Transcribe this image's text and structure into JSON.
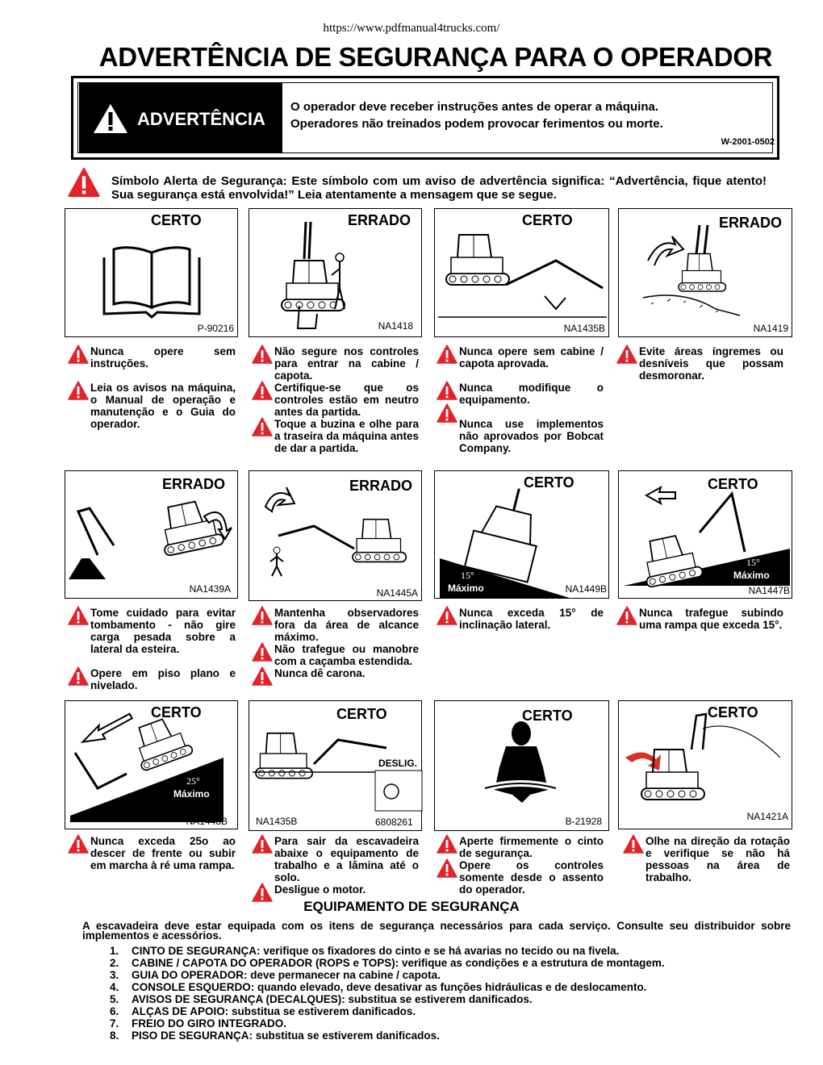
{
  "url": "https://www.pdfmanual4trucks.com/",
  "title": "ADVERTÊNCIA DE SEGURANÇA PARA O OPERADOR",
  "warning": {
    "label": "ADVERTÊNCIA",
    "line1": "O operador deve receber instruções antes de operar a máquina.",
    "line2": "Operadores não treinados podem provocar ferimentos ou morte.",
    "code": "W-2001-0502"
  },
  "alert_text": "Símbolo Alerta de Segurança: Este símbolo com um aviso de advertência significa: “Advertência, fique atento! Sua segurança está envolvida!” Leia atentamente a mensagem que se segue.",
  "panels": [
    {
      "label": "CERTO",
      "code": "P-90216"
    },
    {
      "label": "ERRADO",
      "code": "NA1418"
    },
    {
      "label": "CERTO",
      "code": "NA1435B"
    },
    {
      "label": "ERRADO",
      "code": "NA1419"
    },
    {
      "label": "ERRADO",
      "code": "NA1439A"
    },
    {
      "label": "ERRADO",
      "code": "NA1445A"
    },
    {
      "label": "CERTO",
      "code": "NA1449B",
      "angle": "15°",
      "angle_label": "Máximo"
    },
    {
      "label": "CERTO",
      "code": "NA1447B",
      "angle": "15°",
      "angle_label": "Máximo"
    },
    {
      "label": "CERTO",
      "code": "NA1448B",
      "angle": "25°",
      "angle_label": "Máximo"
    },
    {
      "label": "CERTO",
      "code": "NA1435B",
      "decal_label": "DESLIG.",
      "decal_code": "6808261"
    },
    {
      "label": "CERTO",
      "code": "B-21928"
    },
    {
      "label": "CERTO",
      "code": "NA1421A"
    }
  ],
  "bullets": {
    "p1": [
      "Nunca opere sem instruções.",
      "Leia os avisos na máquina, o Manual de operação e manutenção e o Guia do operador."
    ],
    "p2": [
      "Não segure nos controles para entrar na cabine / capota.",
      "Certifique-se que os controles estão em neutro antes da partida.",
      "Toque a buzina e olhe para a traseira da máquina antes de dar a partida."
    ],
    "p3": [
      "Nunca opere sem cabine / capota aprovada.",
      "Nunca modifique o equipamento.",
      "Nunca use implementos não aprovados por Bobcat Company."
    ],
    "p4": [
      "Evite áreas íngremes ou desníveis que possam desmoronar."
    ],
    "p5": [
      "Tome cuidado para evitar tombamento - não gire carga pesada sobre a lateral da esteira.",
      "Opere em piso plano e nivelado."
    ],
    "p6": [
      "Mantenha observadores fora da área de alcance máximo.",
      "Não trafegue ou manobre com a caçamba estendida.",
      "Nunca dê carona."
    ],
    "p7": [
      "Nunca exceda 15° de inclinação lateral."
    ],
    "p8": [
      "Nunca trafegue subindo uma rampa que exceda 15°."
    ],
    "p9": [
      "Nunca exceda 25o ao descer de frente ou subir em marcha à ré uma rampa."
    ],
    "p10": [
      "Para sair da escavadeira abaixe o equipamento de trabalho e a lâmina até o solo.",
      "Desligue o motor."
    ],
    "p11": [
      "Aperte firmemente o cinto de segurança.",
      "Opere os controles somente desde o assento do operador."
    ],
    "p12": [
      "Olhe na direção da rotação e verifique se não há pessoas na área de trabalho."
    ]
  },
  "equipment": {
    "title": "EQUIPAMENTO DE SEGURANÇA",
    "intro": "A escavadeira deve estar equipada com os itens de segurança necessários para cada serviço. Consulte seu distribuidor sobre implementos e acessórios.",
    "items": [
      {
        "n": "1.",
        "text": "CINTO DE SEGURANÇA: verifique os fixadores do cinto e se há avarias no tecido ou na fivela."
      },
      {
        "n": "2.",
        "text": "CABINE / CAPOTA DO OPERADOR (ROPS e TOPS): verifique as condições e a estrutura de montagem."
      },
      {
        "n": "3.",
        "text": "GUIA DO OPERADOR: deve permanecer na cabine / capota."
      },
      {
        "n": "4.",
        "text": "CONSOLE ESQUERDO: quando elevado, deve desativar as funções hidráulicas e de deslocamento."
      },
      {
        "n": "5.",
        "text": "AVISOS DE SEGURANÇA (DECALQUES): substitua se estiverem danificados."
      },
      {
        "n": "6.",
        "text": "ALÇAS DE APOIO: substitua se estiverem danificados."
      },
      {
        "n": "7.",
        "text": "FREIO DO GIRO INTEGRADO."
      },
      {
        "n": "8.",
        "text": "PISO DE SEGURANÇA: substitua se estiverem danificados."
      }
    ]
  },
  "colors": {
    "alert_red": "#e0242b",
    "black": "#000000"
  }
}
